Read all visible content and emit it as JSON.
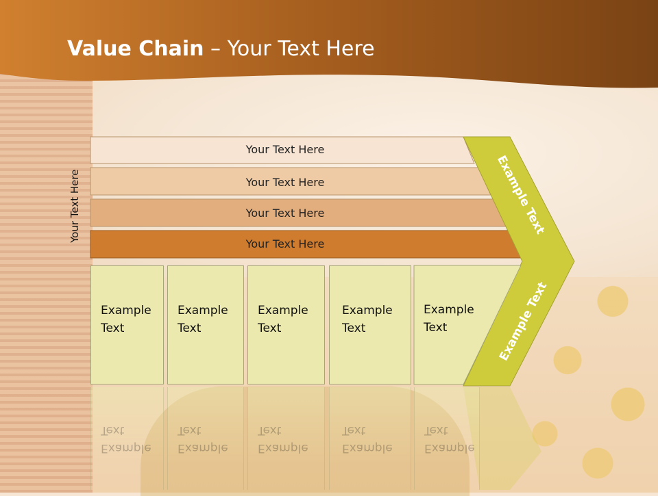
{
  "slide": {
    "title_bold": "Value Chain",
    "title_rest": " – Your Text Here"
  },
  "side_label": "Your Text Here",
  "bars": [
    {
      "label": "Your Text Here",
      "fill": "#f8e4d2"
    },
    {
      "label": "Your Text Here",
      "fill": "#efcba5"
    },
    {
      "label": "Your Text Here",
      "fill": "#e3ae7e"
    },
    {
      "label": "Your Text Here",
      "fill": "#cf7c2f"
    }
  ],
  "boxes": [
    {
      "line1": "Example",
      "line2": "Text"
    },
    {
      "line1": "Example",
      "line2": "Text"
    },
    {
      "line1": "Example",
      "line2": "Text"
    },
    {
      "line1": "Example",
      "line2": "Text"
    },
    {
      "line1": "Example",
      "line2": "Text"
    }
  ],
  "chevron": {
    "upper_label": "Example Text",
    "lower_label": "Example Text",
    "fill": "#cfcc3c"
  },
  "colors": {
    "header_dark": "#7a4314",
    "header_light": "#d27f30",
    "box_fill": "#ebe9ad"
  }
}
